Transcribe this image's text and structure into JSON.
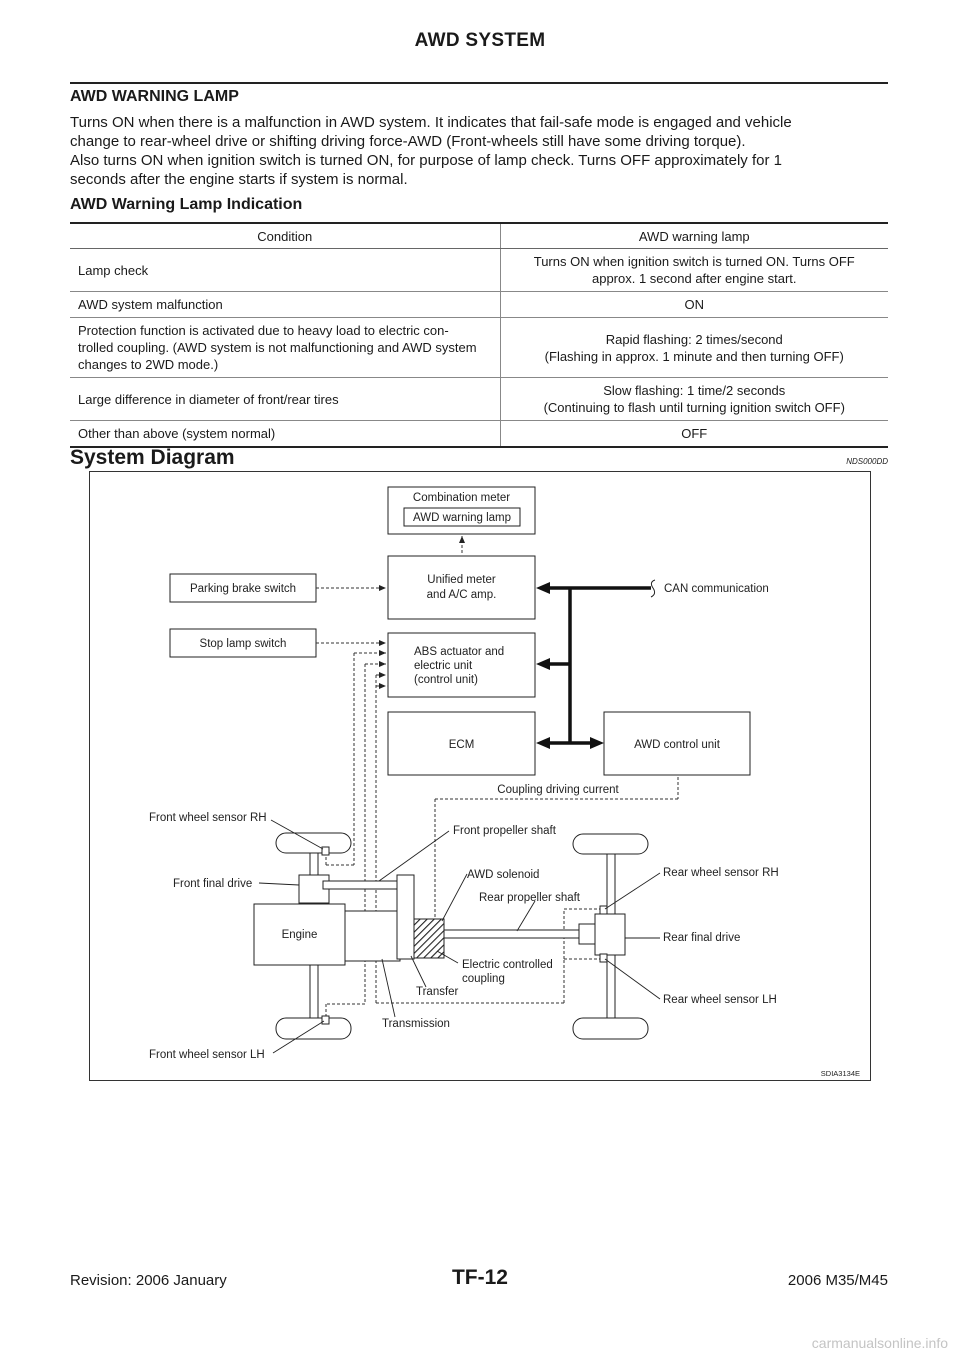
{
  "header": {
    "title": "AWD SYSTEM"
  },
  "warning_lamp": {
    "heading": "AWD WARNING LAMP",
    "paragraph_lines": [
      "Turns ON when there is a malfunction in AWD system. It indicates that fail-safe mode is engaged and vehicle",
      "change to rear-wheel drive or shifting driving force-AWD (Front-wheels still have some driving torque).",
      "Also turns ON when ignition switch is turned ON, for purpose of lamp check. Turns OFF approximately for 1",
      "seconds after the engine starts if system is normal."
    ]
  },
  "indication": {
    "heading": "AWD Warning Lamp Indication",
    "columns": [
      "Condition",
      "AWD warning lamp"
    ],
    "rows": [
      {
        "condition": [
          "Lamp check"
        ],
        "lamp": [
          "Turns ON when ignition switch is turned ON. Turns OFF",
          "approx. 1 second after engine start."
        ]
      },
      {
        "condition": [
          "AWD system malfunction"
        ],
        "lamp": [
          "ON"
        ]
      },
      {
        "condition": [
          "Protection function is activated due to heavy load to electric con-",
          "trolled coupling. (AWD system is not malfunctioning and AWD system",
          "changes to 2WD mode.)"
        ],
        "lamp": [
          "Rapid flashing: 2 times/second",
          "(Flashing in approx. 1 minute and then turning OFF)"
        ]
      },
      {
        "condition": [
          "Large difference in diameter of front/rear tires"
        ],
        "lamp": [
          "Slow flashing: 1 time/2 seconds",
          "(Continuing to flash until turning ignition switch OFF)"
        ]
      },
      {
        "condition": [
          "Other than above (system normal)"
        ],
        "lamp": [
          "OFF"
        ]
      }
    ]
  },
  "system_diagram": {
    "heading": "System Diagram",
    "code": "NDS000DD",
    "figure_id": "SDIA3134E",
    "labels": {
      "combination_meter": "Combination meter",
      "awd_warning_lamp": "AWD warning lamp",
      "unified_meter": [
        "Unified meter",
        "and A/C amp."
      ],
      "parking_brake_switch": "Parking brake switch",
      "stop_lamp_switch": "Stop lamp switch",
      "abs_unit": [
        "ABS actuator and",
        "electric unit",
        "(control unit)"
      ],
      "ecm": "ECM",
      "awd_control_unit": "AWD control unit",
      "can_communication": "CAN communication",
      "coupling_driving_current": "Coupling driving current",
      "front_wheel_sensor_rh": "Front wheel sensor RH",
      "front_final_drive": "Front final drive",
      "engine": "Engine",
      "front_propeller_shaft": "Front propeller shaft",
      "awd_solenoid": "AWD solenoid",
      "rear_propeller_shaft": "Rear propeller shaft",
      "electric_controlled_coupling": [
        "Electric controlled",
        "coupling"
      ],
      "transfer": "Transfer",
      "transmission": "Transmission",
      "front_wheel_sensor_lh": "Front wheel sensor LH",
      "rear_wheel_sensor_rh": "Rear wheel sensor RH",
      "rear_final_drive": "Rear final drive",
      "rear_wheel_sensor_lh": "Rear wheel sensor LH"
    }
  },
  "footer": {
    "revision": "Revision: 2006 January",
    "page": "TF-12",
    "model": "2006 M35/M45"
  },
  "watermark": "carmanualsonline.info"
}
